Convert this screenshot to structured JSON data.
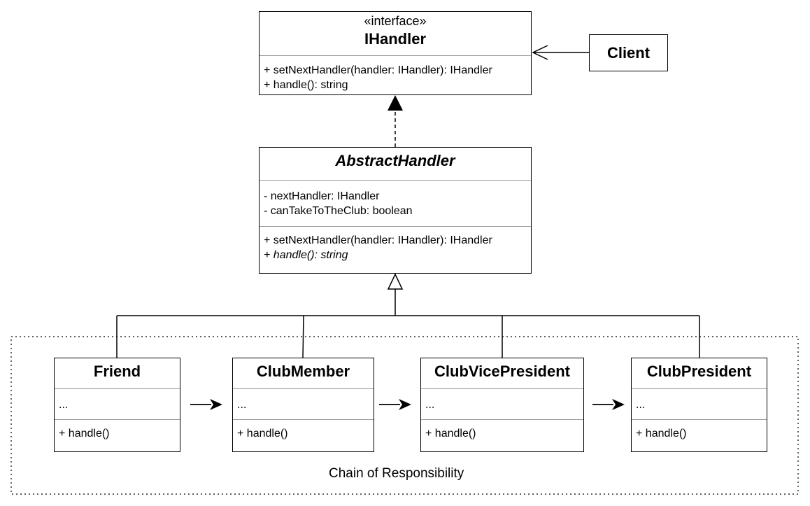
{
  "interface": {
    "stereotype": "«interface»",
    "name": "IHandler",
    "methods": [
      "+ setNextHandler(handler: IHandler): IHandler",
      "+ handle(): string"
    ]
  },
  "client": {
    "name": "Client"
  },
  "abstract_handler": {
    "name": "AbstractHandler",
    "attributes": [
      "- nextHandler: IHandler",
      "- canTakeToTheClub: boolean"
    ],
    "methods": [
      "+ setNextHandler(handler: IHandler): IHandler",
      "+ handle(): string"
    ]
  },
  "handlers": [
    {
      "name": "Friend",
      "attributes": "...",
      "method": "+ handle()"
    },
    {
      "name": "ClubMember",
      "attributes": "...",
      "method": "+ handle()"
    },
    {
      "name": "ClubVicePresident",
      "attributes": "...",
      "method": "+ handle()"
    },
    {
      "name": "ClubPresident",
      "attributes": "...",
      "method": "+ handle()"
    }
  ],
  "group_label": "Chain of Responsibility"
}
